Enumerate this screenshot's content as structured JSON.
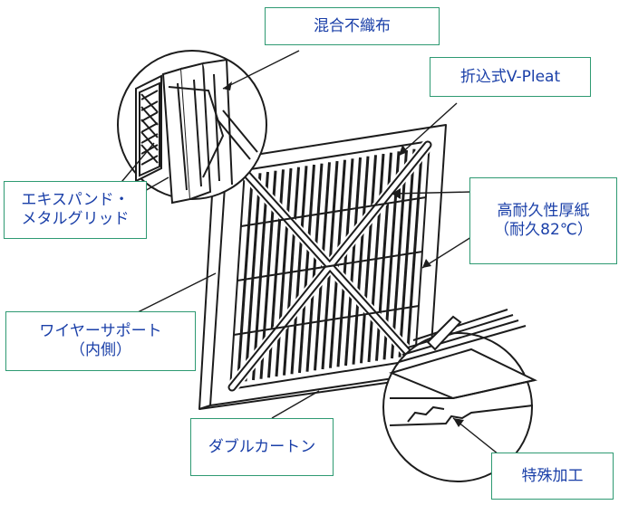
{
  "labels": {
    "mixed_nonwoven": "混合不織布",
    "folded_vpleat": "折込式V-Pleat",
    "expanded_grid_line1": "エキスパンド・",
    "expanded_grid_line2": "メタルグリッド",
    "durable_board_line1": "高耐久性厚紙",
    "durable_board_line2": "（耐久82℃）",
    "wire_support_line1": "ワイヤーサポート",
    "wire_support_line2": "（内側）",
    "double_carton": "ダブルカートン",
    "special_processing": "特殊加工"
  },
  "colors": {
    "box_border": "#2e9a72",
    "text": "#1a3fa8",
    "drawing": "#1c1c1c"
  }
}
